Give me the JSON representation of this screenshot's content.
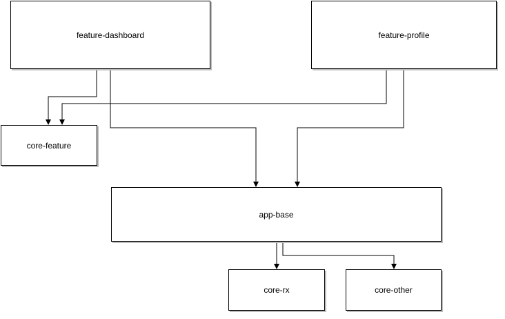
{
  "diagram": {
    "nodes": {
      "feature_dashboard": "feature-dashboard",
      "feature_profile": "feature-profile",
      "core_feature": "core-feature",
      "app_base": "app-base",
      "core_rx": "core-rx",
      "core_other": "core-other"
    },
    "edges": [
      {
        "from": "feature-dashboard",
        "to": "core-feature"
      },
      {
        "from": "feature-dashboard",
        "to": "app-base"
      },
      {
        "from": "feature-profile",
        "to": "core-feature"
      },
      {
        "from": "feature-profile",
        "to": "app-base"
      },
      {
        "from": "app-base",
        "to": "core-rx"
      },
      {
        "from": "app-base",
        "to": "core-other"
      }
    ],
    "colors": {
      "line": "#000000",
      "node_fill": "#ffffff",
      "node_border": "#000000",
      "node_shadow": "#bdbdbd"
    }
  }
}
